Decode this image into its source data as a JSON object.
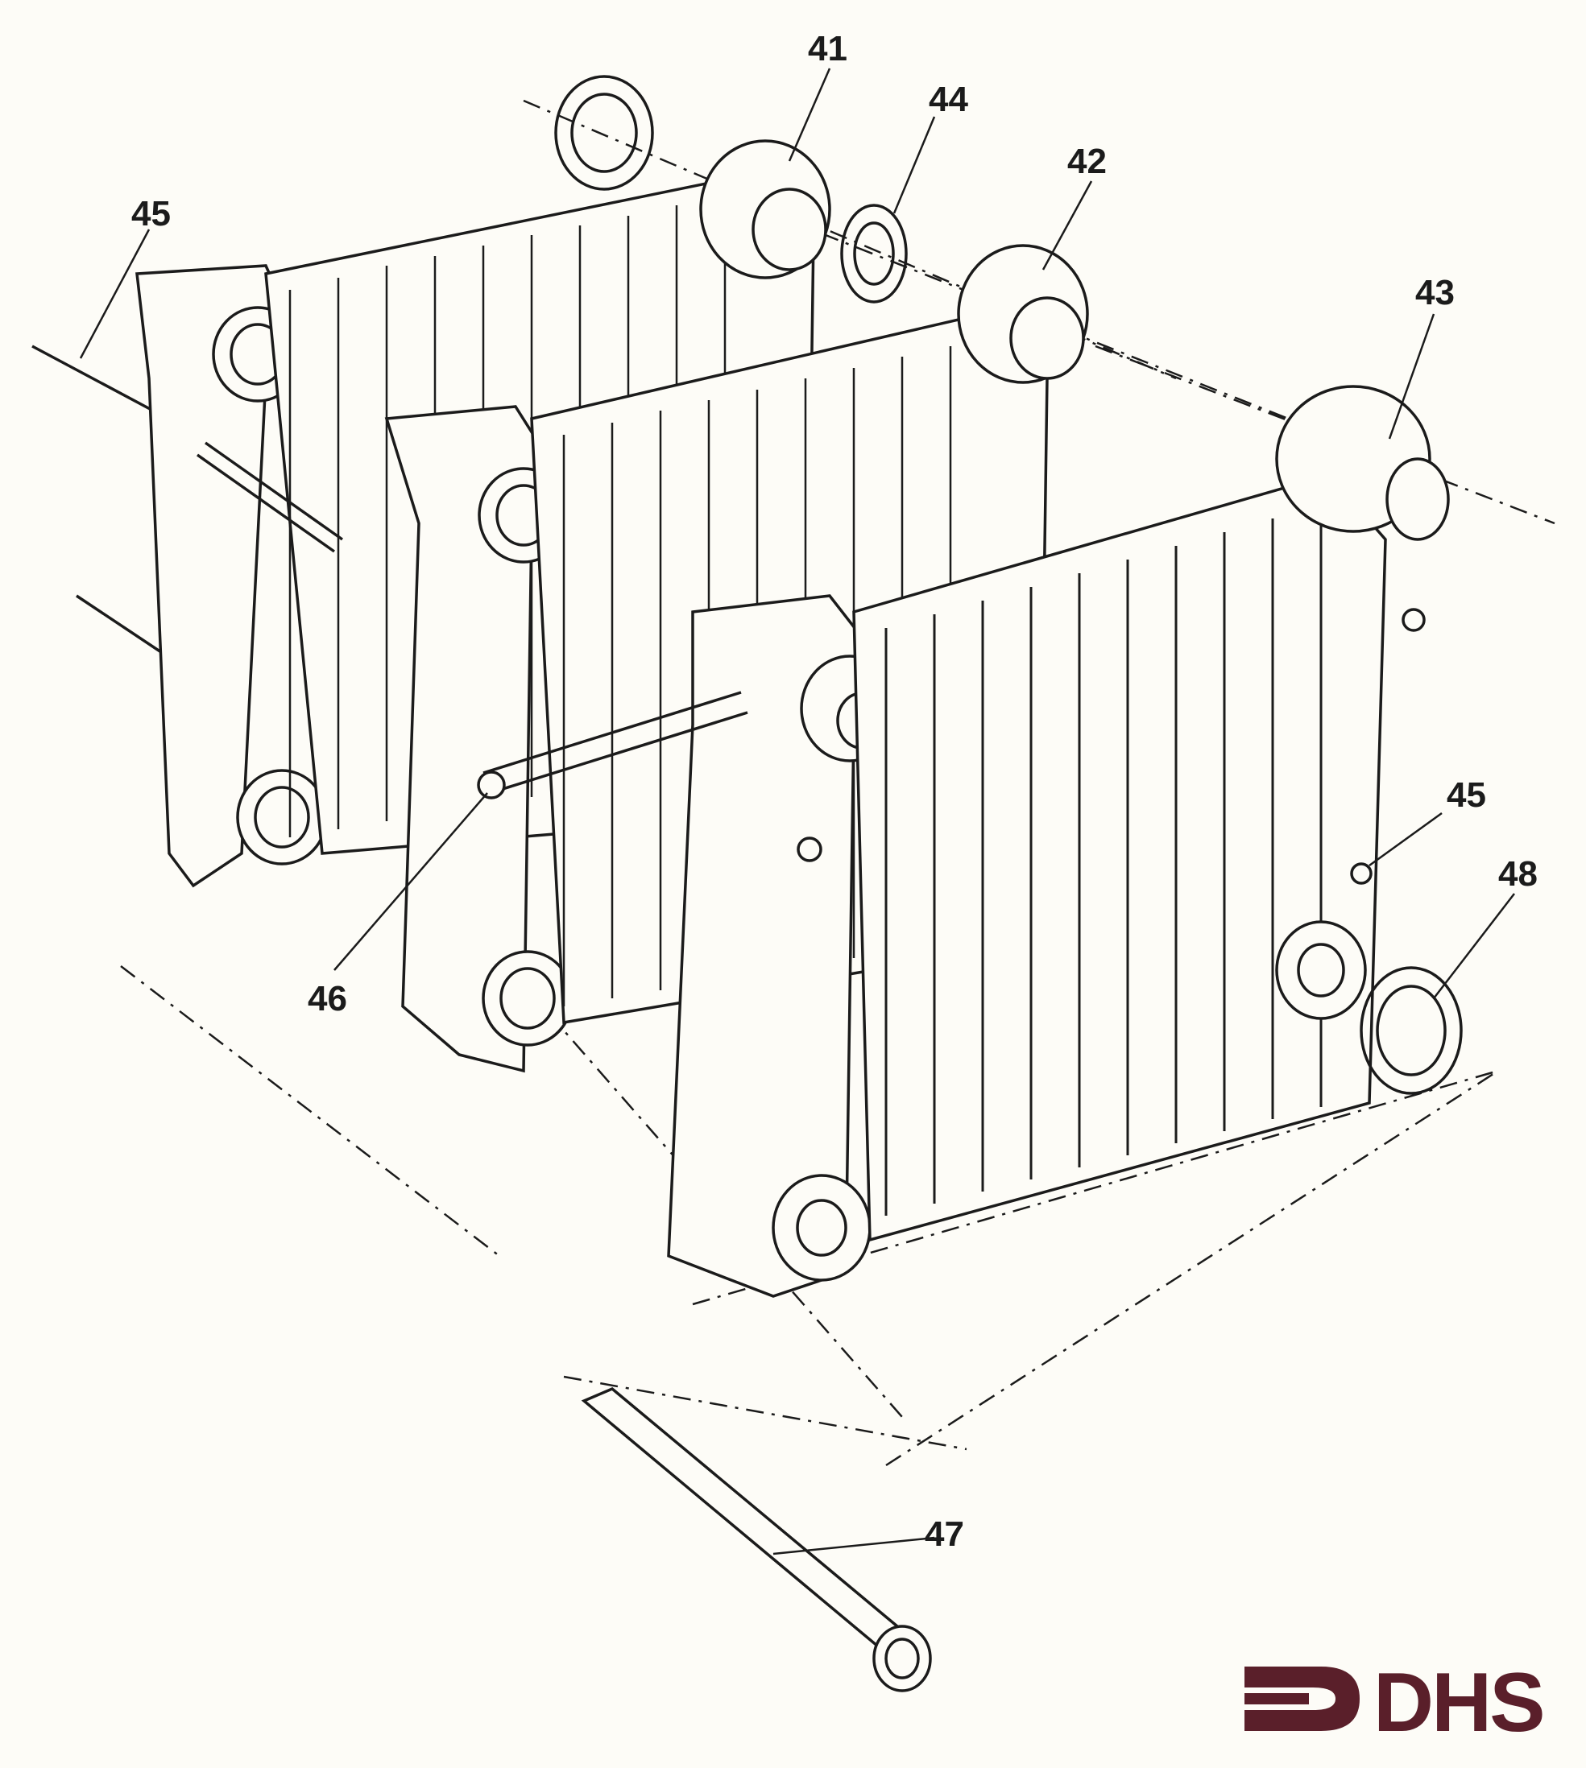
{
  "diagram": {
    "callouts": [
      {
        "id": "c41",
        "label": "41"
      },
      {
        "id": "c44",
        "label": "44"
      },
      {
        "id": "c42",
        "label": "42"
      },
      {
        "id": "c45a",
        "label": "45"
      },
      {
        "id": "c43",
        "label": "43"
      },
      {
        "id": "c45b",
        "label": "45"
      },
      {
        "id": "c48",
        "label": "48"
      },
      {
        "id": "c46",
        "label": "46"
      },
      {
        "id": "c47",
        "label": "47"
      }
    ]
  },
  "logo": {
    "text": "DHS",
    "color": "#5a1f2a"
  },
  "colors": {
    "paper": "#fdfcf7",
    "ink": "#1b1b1b"
  }
}
